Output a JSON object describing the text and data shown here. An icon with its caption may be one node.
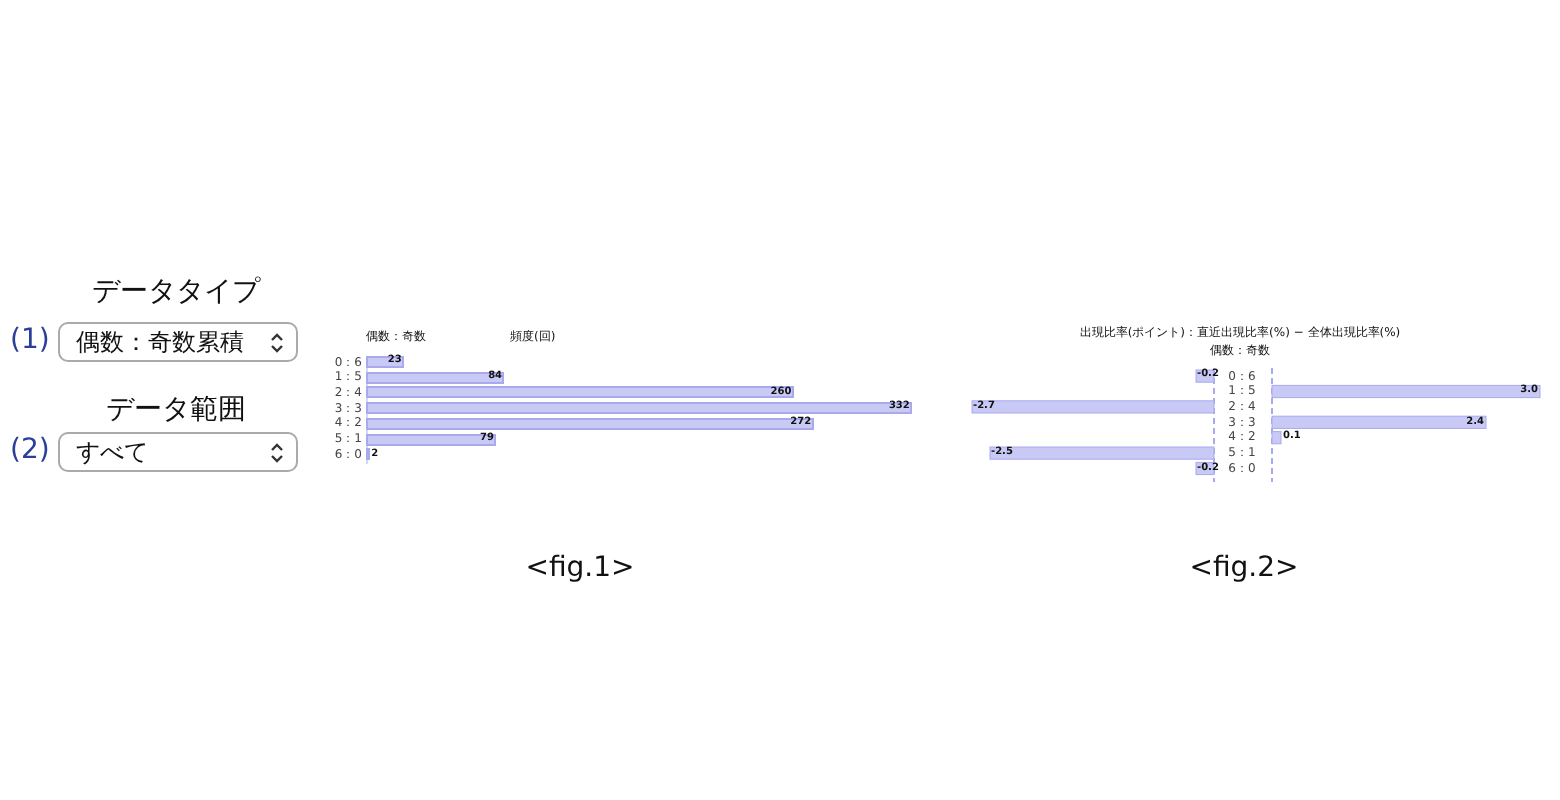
{
  "diagram": {
    "nodes": [
      {
        "text": [
          "偶数：奇数累積"
        ],
        "beside": [
          "データタイプ"
        ]
      },
      {
        "text": [
          "すべて"
        ],
        "beside": [
          "データ範囲"
        ]
      }
    ],
    "labels": [
      "(1)",
      "(2)",
      "<fig.1>",
      "<fig.2>",
      "出現比率(ポイント)：直近出現比率(%) − 全体出現比率(%)",
      "偶数：奇数",
      "-0.2",
      "0：6",
      "1：5",
      "3.0",
      "-2.7",
      "2：4",
      "3：3",
      "2.4",
      "4：2",
      "0.1",
      "-2.5",
      "5：1",
      "-0.2",
      "6：0"
    ],
    "chart_data": {
      "type": "bar",
      "orientation": "horizontal",
      "ylabel": "偶数：奇数",
      "xlabel": "頻度(回)",
      "categories": [
        "0：6",
        "1：5",
        "2：4",
        "3：3",
        "4：2",
        "5：1",
        "6：0"
      ],
      "values": [
        23,
        84,
        260,
        332,
        272,
        79,
        2
      ],
      "data_labels": true
    }
  }
}
